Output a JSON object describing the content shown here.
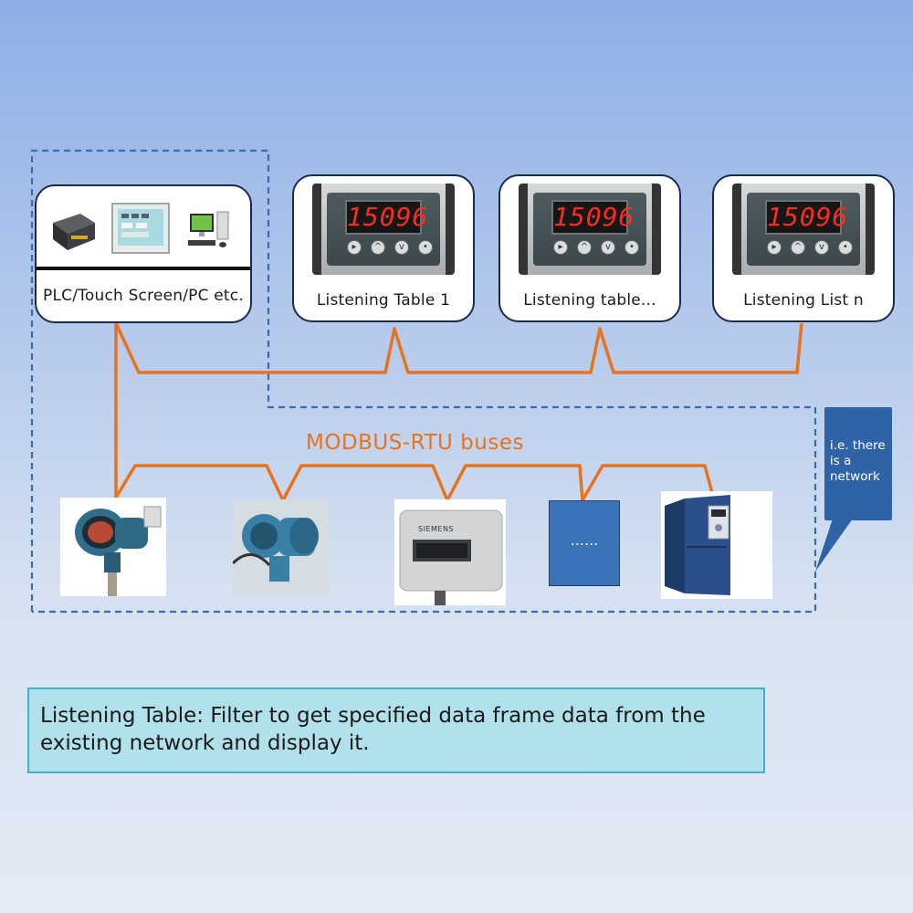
{
  "controller": {
    "label": "PLC/Touch Screen/PC etc.",
    "icons": [
      "plc-icon",
      "touch-screen-icon",
      "pc-icon"
    ]
  },
  "listeners": [
    {
      "label": "Listening Table 1",
      "reading": "15096"
    },
    {
      "label": "Listening table...",
      "reading": "15096"
    },
    {
      "label": "Listening List n",
      "reading": "15096"
    }
  ],
  "bus": {
    "label": "MODBUS-RTU buses"
  },
  "callout": {
    "text": "i.e. there is a network"
  },
  "devices": {
    "blank_placeholder": "......",
    "sensor_brand": "SIEMENS",
    "items": [
      "pressure-transmitter-icon",
      "pressure-transmitter-icon",
      "sensor-unit-icon",
      "placeholder-device",
      "frequency-inverter-icon"
    ]
  },
  "description": "Listening Table: Filter to get specified data frame data from the existing network and display it.",
  "colors": {
    "bus_line": "#e67320",
    "network_border": "#3a6cb0",
    "callout": "#2f63a8",
    "description_bg": "#b1e1ea"
  }
}
